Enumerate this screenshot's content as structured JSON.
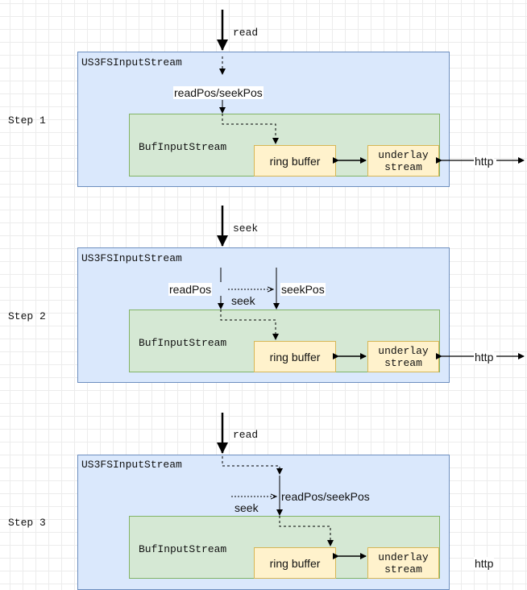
{
  "steps": [
    {
      "label": "Step 1",
      "top_arrow_label": "read",
      "outer_title": "US3FSInputStream",
      "inner_title": "BufInputStream",
      "ring_buffer": "ring buffer",
      "underlay": [
        "underlay",
        "stream"
      ],
      "pos_label": "readPos/seekPos",
      "http": "http"
    },
    {
      "label": "Step 2",
      "top_arrow_label": "seek",
      "outer_title": "US3FSInputStream",
      "inner_title": "BufInputStream",
      "ring_buffer": "ring buffer",
      "underlay": [
        "underlay",
        "stream"
      ],
      "read_pos": "readPos",
      "seek_pos": "seekPos",
      "seek_label": "seek",
      "http": "http"
    },
    {
      "label": "Step 3",
      "top_arrow_label": "read",
      "outer_title": "US3FSInputStream",
      "inner_title": "BufInputStream",
      "ring_buffer": "ring buffer",
      "underlay": [
        "underlay",
        "stream"
      ],
      "pos_label": "readPos/seekPos",
      "seek_label": "seek",
      "http": "http"
    }
  ]
}
